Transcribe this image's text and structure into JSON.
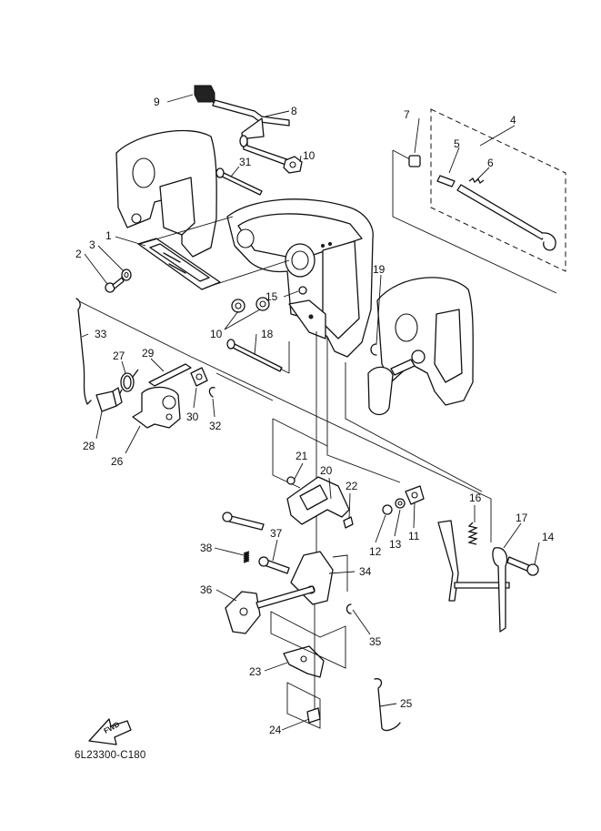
{
  "diagram_code": "6L23300-C180",
  "fwd_label": "FWD",
  "callouts": {
    "c1": "1",
    "c2": "2",
    "c3": "3",
    "c4": "4",
    "c5": "5",
    "c6": "6",
    "c7": "7",
    "c8": "8",
    "c9": "9",
    "c10a": "10",
    "c10b": "10",
    "c11": "11",
    "c12": "12",
    "c13": "13",
    "c14": "14",
    "c15": "15",
    "c16": "16",
    "c17": "17",
    "c18": "18",
    "c19": "19",
    "c20": "20",
    "c21": "21",
    "c22": "22",
    "c23": "23",
    "c24": "24",
    "c25": "25",
    "c26": "26",
    "c27": "27",
    "c28": "28",
    "c29": "29",
    "c30": "30",
    "c31": "31",
    "c32": "32",
    "c33": "33",
    "c34": "34",
    "c35": "35",
    "c36": "36",
    "c37": "37",
    "c38": "38"
  }
}
